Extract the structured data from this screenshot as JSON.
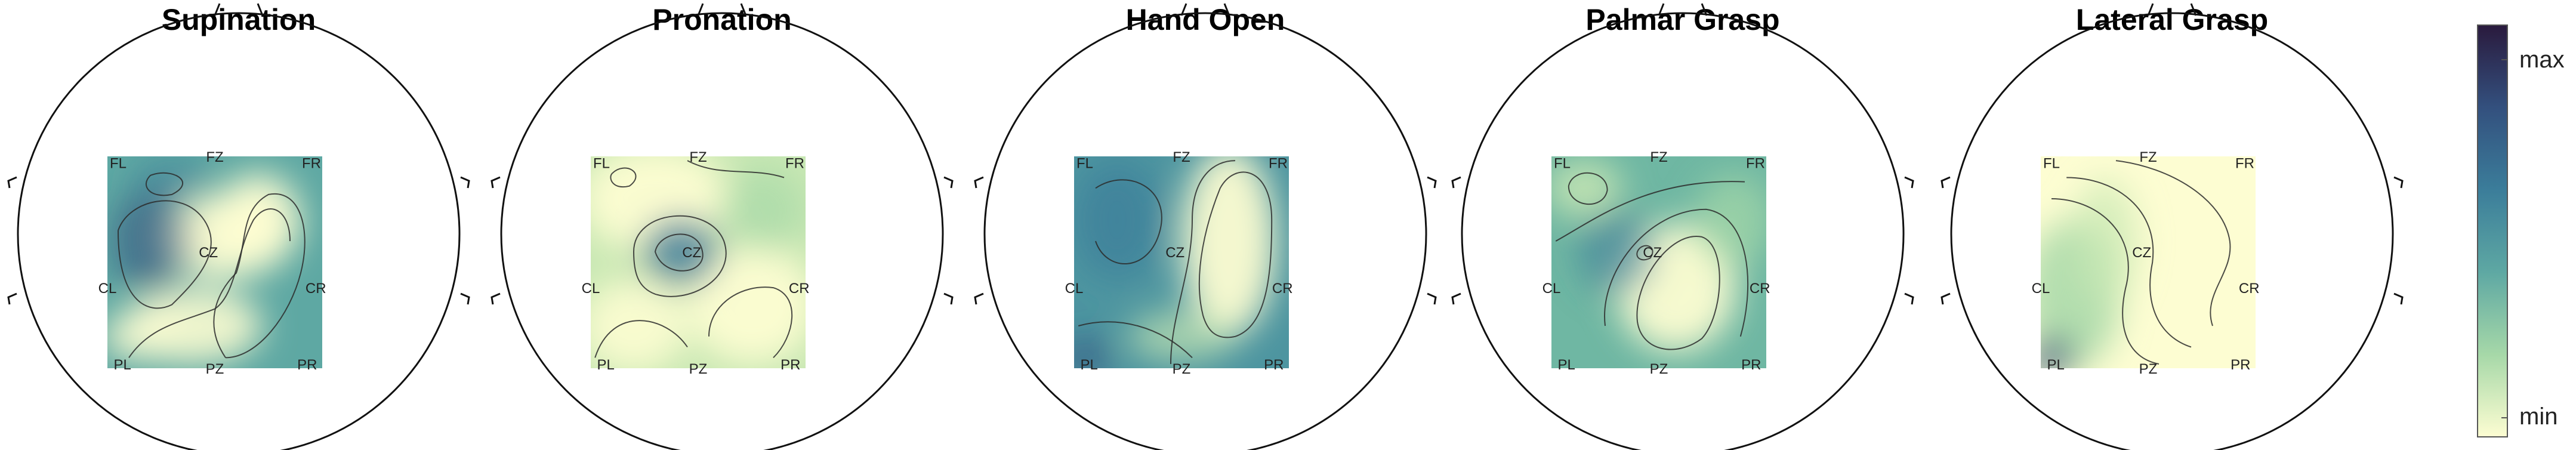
{
  "panels": [
    {
      "title": "Supination",
      "map": "supination"
    },
    {
      "title": "Pronation",
      "map": "pronation"
    },
    {
      "title": "Hand Open",
      "map": "handopen"
    },
    {
      "title": "Palmar Grasp",
      "map": "palmar"
    },
    {
      "title": "Lateral Grasp",
      "map": "lateral"
    }
  ],
  "electrodes": [
    "FL",
    "FZ",
    "FR",
    "CL",
    "CZ",
    "CR",
    "PL",
    "PZ",
    "PR"
  ],
  "colorbar": {
    "max_label": "max",
    "min_label": "min",
    "colors": [
      "#2a1a3d",
      "#33507e",
      "#3b7d9a",
      "#5ea8a3",
      "#a6d8a8",
      "#fdfdd2"
    ]
  }
}
